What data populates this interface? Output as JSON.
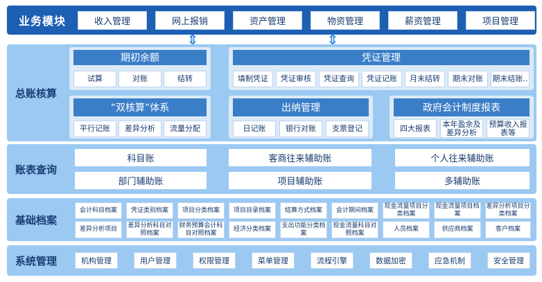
{
  "business": {
    "title": "业务模块",
    "items": [
      "收入管理",
      "网上报销",
      "资产管理",
      "物资管理",
      "薪资管理",
      "项目管理"
    ]
  },
  "general_ledger": {
    "title": "总账核算",
    "opening": {
      "title": "期初余额",
      "items": [
        "试算",
        "对账",
        "结转"
      ]
    },
    "voucher": {
      "title": "凭证管理",
      "items": [
        "填制凭证",
        "凭证审核",
        "凭证查询",
        "凭证记账",
        "月末结转",
        "期末对账",
        "期末结账.."
      ]
    },
    "dual": {
      "title": "“双核算”体系",
      "items": [
        "平行记账",
        "差异分析",
        "流量分配"
      ]
    },
    "cashier": {
      "title": "出纳管理",
      "items": [
        "日记账",
        "银行对账",
        "支票登记"
      ]
    },
    "gov": {
      "title": "政府会计制度报表",
      "items": [
        "四大报表",
        "本年盈余及差异分析",
        "预算收入报表等"
      ]
    }
  },
  "reports": {
    "title": "账表查询",
    "items": [
      "科目账",
      "客商往来辅助账",
      "个人往来辅助账",
      "部门辅助账",
      "项目辅助账",
      "多辅助账"
    ]
  },
  "archives": {
    "title": "基础档案",
    "row1": [
      "会计科目档案",
      "凭证类别档案",
      "项目分类档案",
      "项目目录档案",
      "结算方式档案",
      "会计期间档案",
      "现金流量项目分类档案",
      "现金流量项目档案",
      "差异分析项目分类档案"
    ],
    "row2": [
      "差异分析项目",
      "差异分析科目对照档案",
      "财务预算会计科目对照档案",
      "经济分类档案",
      "支出功能分类档案",
      "现金流量科目对照档案",
      "人员档案",
      "供应商档案",
      "客户档案"
    ]
  },
  "system": {
    "title": "系统管理",
    "items": [
      "机构管理",
      "用户管理",
      "权限管理",
      "菜单管理",
      "流程引擎",
      "数据加密",
      "应急机制",
      "安全管理"
    ]
  }
}
